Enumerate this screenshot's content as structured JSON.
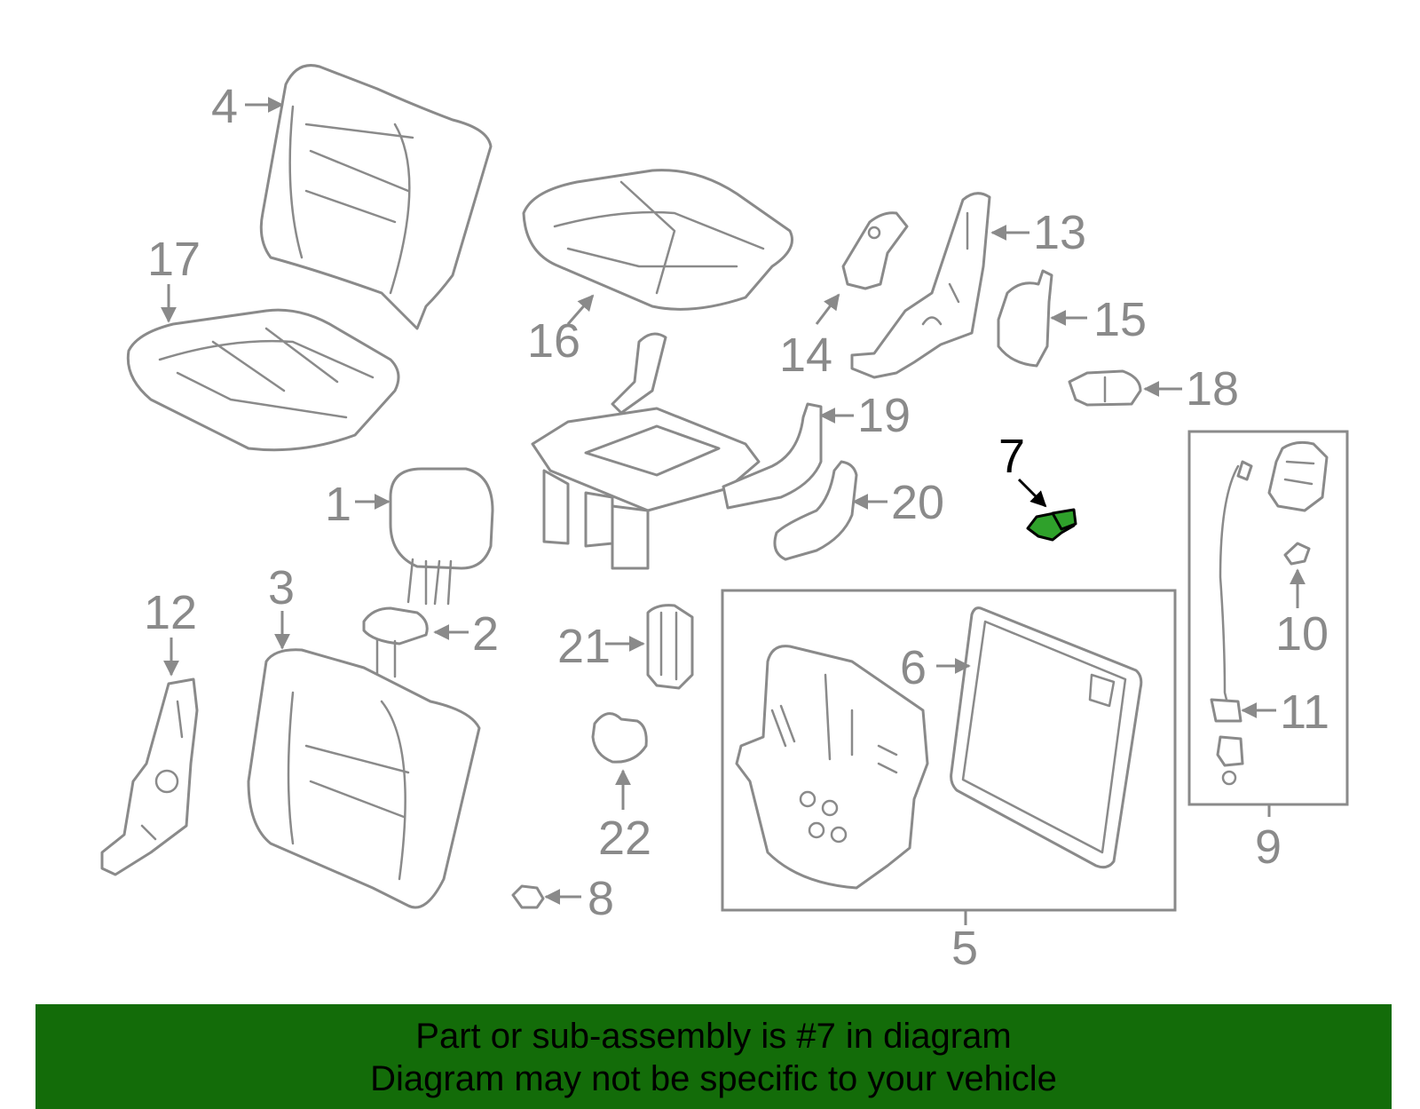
{
  "callouts": {
    "c1": "1",
    "c2": "2",
    "c3": "3",
    "c4": "4",
    "c5": "5",
    "c6": "6",
    "c7": "7",
    "c8": "8",
    "c9": "9",
    "c10": "10",
    "c11": "11",
    "c12": "12",
    "c13": "13",
    "c14": "14",
    "c15": "15",
    "c16": "16",
    "c17": "17",
    "c18": "18",
    "c19": "19",
    "c20": "20",
    "c21": "21",
    "c22": "22"
  },
  "highlighted_part": "7",
  "colors": {
    "line": "#8a8a8a",
    "highlight": "#2fa12b",
    "banner": "#136c09"
  },
  "banner": {
    "line1": "Part or sub-assembly is #7 in diagram",
    "line2": "Diagram may not be specific to your vehicle"
  }
}
